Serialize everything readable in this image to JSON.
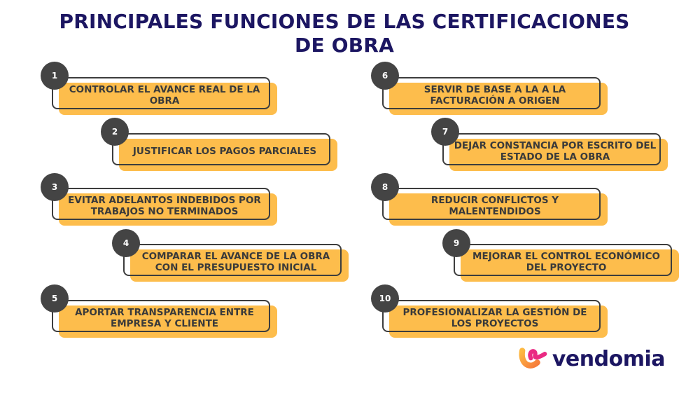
{
  "title": {
    "line1": "PRINCIPALES FUNCIONES DE LAS CERTIFICACIONES",
    "line2": "DE OBRA"
  },
  "items": [
    {
      "num": "1",
      "text": "CONTROLAR EL AVANCE REAL DE LA OBRA"
    },
    {
      "num": "2",
      "text": "JUSTIFICAR LOS PAGOS PARCIALES"
    },
    {
      "num": "3",
      "text": "EVITAR ADELANTOS INDEBIDOS POR TRABAJOS NO TERMINADOS"
    },
    {
      "num": "4",
      "text": "COMPARAR EL AVANCE DE LA OBRA CON EL PRESUPUESTO INICIAL"
    },
    {
      "num": "5",
      "text": "APORTAR TRANSPARENCIA ENTRE EMPRESA Y CLIENTE"
    },
    {
      "num": "6",
      "text": "SERVIR DE BASE A LA A LA FACTURACIÓN A ORIGEN"
    },
    {
      "num": "7",
      "text": "DEJAR CONSTANCIA POR ESCRITO DEL ESTADO DE LA OBRA"
    },
    {
      "num": "8",
      "text": "REDUCIR CONFLICTOS Y MALENTENDIDOS"
    },
    {
      "num": "9",
      "text": "MEJORAR EL CONTROL ECONÓMICO DEL PROYECTO"
    },
    {
      "num": "10",
      "text": "PROFESIONALIZAR LA GESTIÓN DE LOS PROYECTOS"
    }
  ],
  "brand": {
    "name": "vendomia",
    "colors": {
      "primary": "#1c1662",
      "accent": "#fdb942",
      "badge": "#444444",
      "logo_pink": "#ea2a83",
      "logo_orange": "#fda63c"
    }
  }
}
